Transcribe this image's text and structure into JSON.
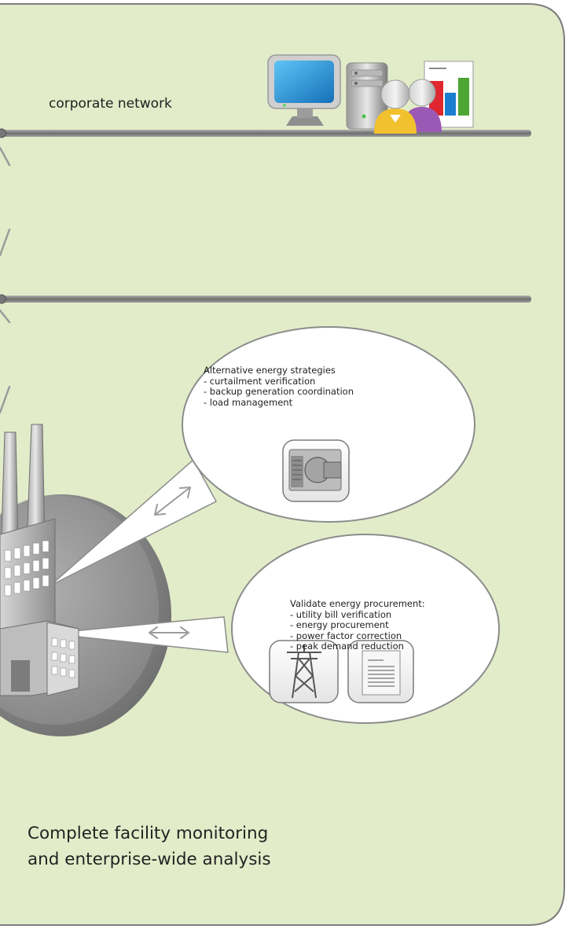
{
  "network": {
    "label": "corporate network"
  },
  "bubbles": [
    {
      "title": "Alternative energy strategies",
      "items": [
        "- curtailment verification",
        "- backup generation coordination",
        "- load management"
      ]
    },
    {
      "title": "Validate energy procurement:",
      "items": [
        "- utility bill verification",
        "- energy procurement",
        "- power factor correction",
        "- peak demand reduction"
      ]
    }
  ],
  "caption": {
    "line1": "Complete facility monitoring",
    "line2": "and enterprise-wide analysis"
  },
  "colors": {
    "panel": "#e3ecc9",
    "panel_border": "#7b7b7b",
    "bus_line": "#8a8a8a",
    "bubble": "#ffffff",
    "monitor": "#1e8fd6",
    "chart_red": "#e0262e",
    "chart_blue": "#1a7ed0",
    "chart_green": "#4da634",
    "user_yellow": "#f2c12e",
    "user_purple": "#9b59b6"
  }
}
